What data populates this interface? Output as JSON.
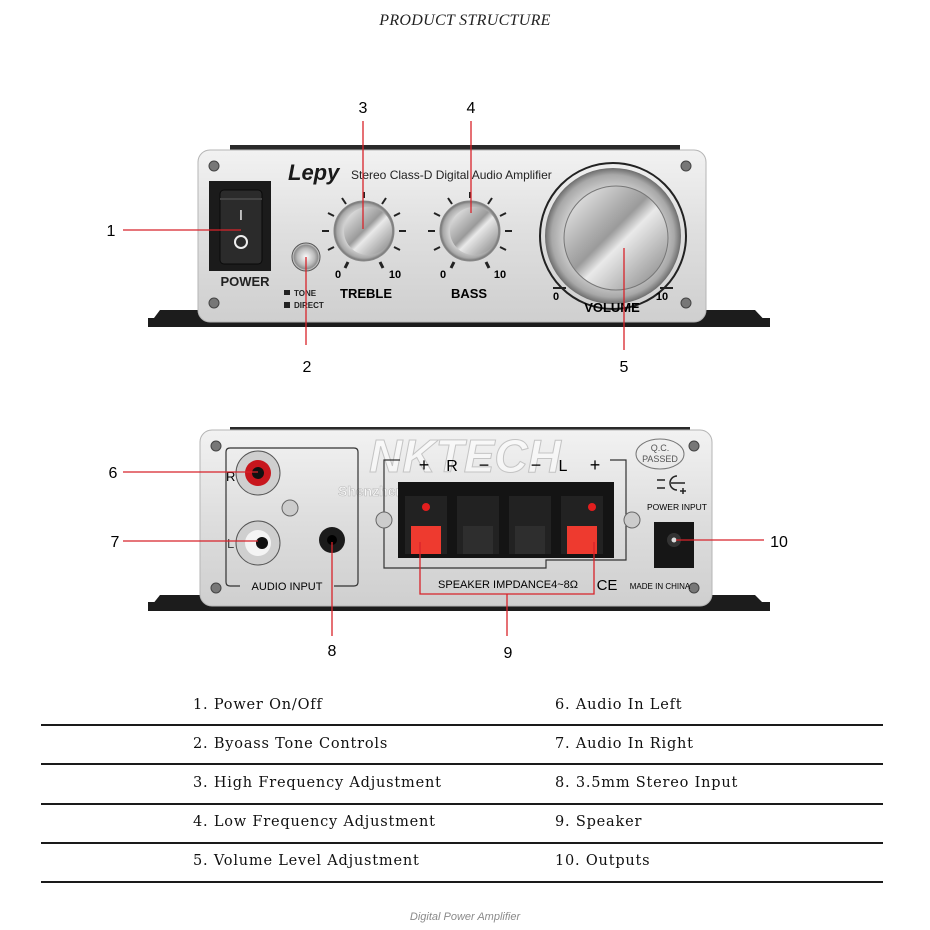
{
  "header": {
    "title": "PRODUCT STRUCTURE"
  },
  "footer": {
    "caption": "Digital Power Amplifier"
  },
  "front_panel": {
    "brand": "Lepy",
    "model_text": "Stereo Class-D Digital Audio Amplifier",
    "power_label": "POWER",
    "switch_on_glyph": "I",
    "switch_off_glyph": "O",
    "tone_label": "TONE",
    "direct_label": "DIRECT",
    "treble": {
      "label": "TREBLE",
      "min": "0",
      "max": "10"
    },
    "bass": {
      "label": "BASS",
      "min": "0",
      "max": "10"
    },
    "volume": {
      "label": "VOLUME",
      "min": "0",
      "max": "10"
    }
  },
  "rear_panel": {
    "watermark_logo": "NKTECH",
    "watermark_text": "Shenzhen Nuokai Technology Co., Ltd",
    "rca_right_label": "R",
    "rca_left_label": "L",
    "audio_input_label": "AUDIO INPUT",
    "speaker_plus_r": "+",
    "speaker_r": "R",
    "speaker_minus_r": "−",
    "speaker_minus_l": "−",
    "speaker_l": "L",
    "speaker_plus_l": "+",
    "speaker_impedance": "SPEAKER IMPDANCE4~8Ω",
    "ce_mark": "CE",
    "qc_line1": "Q.C.",
    "qc_line2": "PASSED",
    "power_input_label": "POWER INPUT",
    "made_in": "MADE IN CHINA"
  },
  "callouts": [
    "1",
    "2",
    "3",
    "4",
    "5",
    "6",
    "7",
    "8",
    "9",
    "10"
  ],
  "specs": {
    "left": [
      "1. Power On/Off",
      "2. Byoass Tone Controls",
      "3. High Frequency Adjustment",
      "4. Low Frequency Adjustment",
      "5. Volume Level Adjustment"
    ],
    "right": [
      "6. Audio In Left",
      "7. Audio In Right",
      "8. 3.5mm Stereo Input",
      "9. Speaker",
      "10. Outputs"
    ]
  },
  "colors": {
    "leader": "#d8232a",
    "panel": "#e4e4e4",
    "chassis": "#1c1c1c"
  }
}
